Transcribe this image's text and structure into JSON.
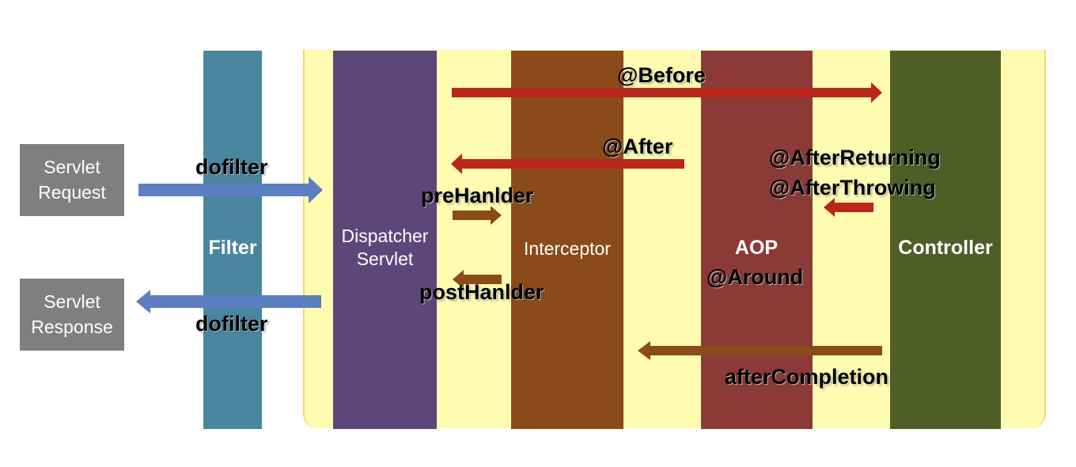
{
  "request": {
    "line1": "Servlet",
    "line2": "Request"
  },
  "response": {
    "line1": "Servlet",
    "line2": "Response"
  },
  "columns": {
    "filter": "Filter",
    "dispatcher": {
      "line1": "Dispatcher",
      "line2": "Servlet"
    },
    "interceptor": "Interceptor",
    "aop": {
      "line1": "AOP",
      "line2": "@Around"
    },
    "controller": "Controller"
  },
  "labels": {
    "dofilter_in": "dofilter",
    "dofilter_out": "dofilter",
    "before": "@Before",
    "after": "@After",
    "after_returning": "@AfterReturning",
    "after_throwing": "@AfterThrowing",
    "pre_handler": "preHanlder",
    "post_handler": "postHanlder",
    "after_completion": "afterCompletion"
  },
  "colors": {
    "filter": "#4a86a0",
    "dispatcher": "#5d477a",
    "interceptor": "#8b4a1a",
    "aop": "#8b3a38",
    "controller": "#4f5d27",
    "background": "#fffbb0",
    "box": "#7f7f7f",
    "arrow_blue": "#5b7fc0",
    "arrow_red": "#b8261c",
    "arrow_brown": "#8b4a1a"
  }
}
